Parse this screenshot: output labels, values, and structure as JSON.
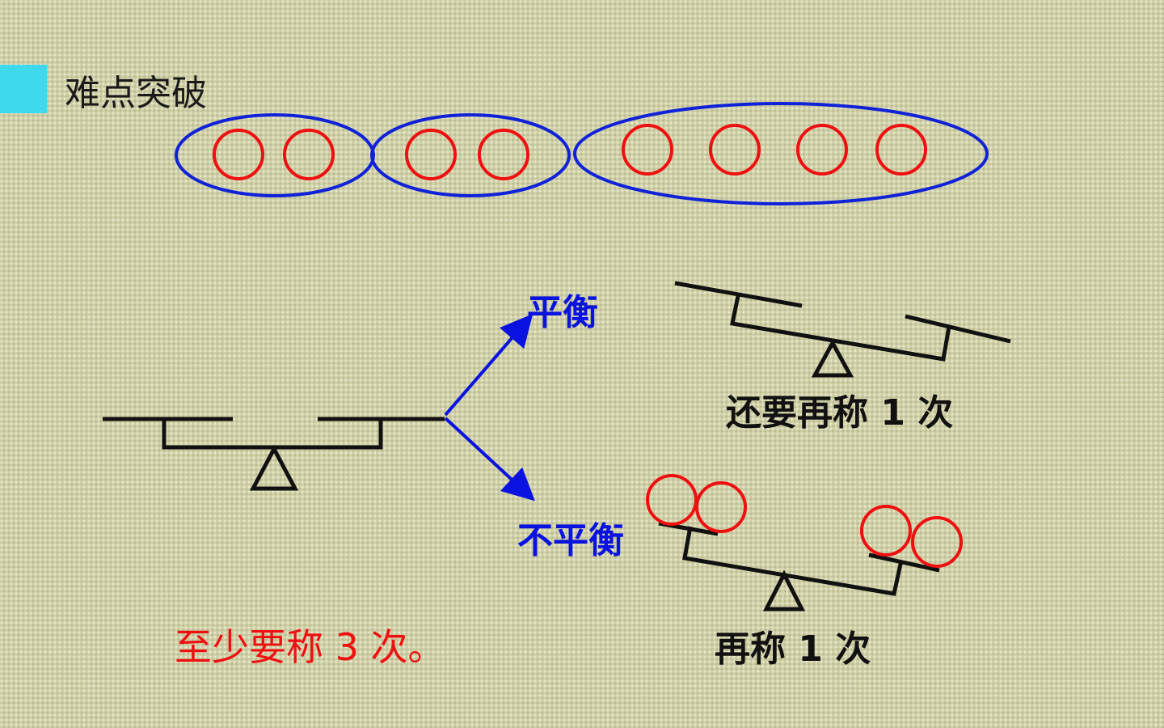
{
  "slide": {
    "title": "难点突破",
    "accent_color": "#3fd9ee",
    "balanced_label": "平衡",
    "unbalanced_label": "不平衡",
    "weigh_again_top": "还要再称 1 次",
    "weigh_again_bottom": "再称 1 次",
    "conclusion": "至少要称 3 次。"
  },
  "diagram": {
    "group_stroke_color": "#1022d8",
    "item_stroke_color": "#ee1010",
    "scale_color": "#111111",
    "arrow_color": "#0a12e0",
    "groups": [
      {
        "items": 2
      },
      {
        "items": 2
      },
      {
        "items": 4
      }
    ]
  }
}
